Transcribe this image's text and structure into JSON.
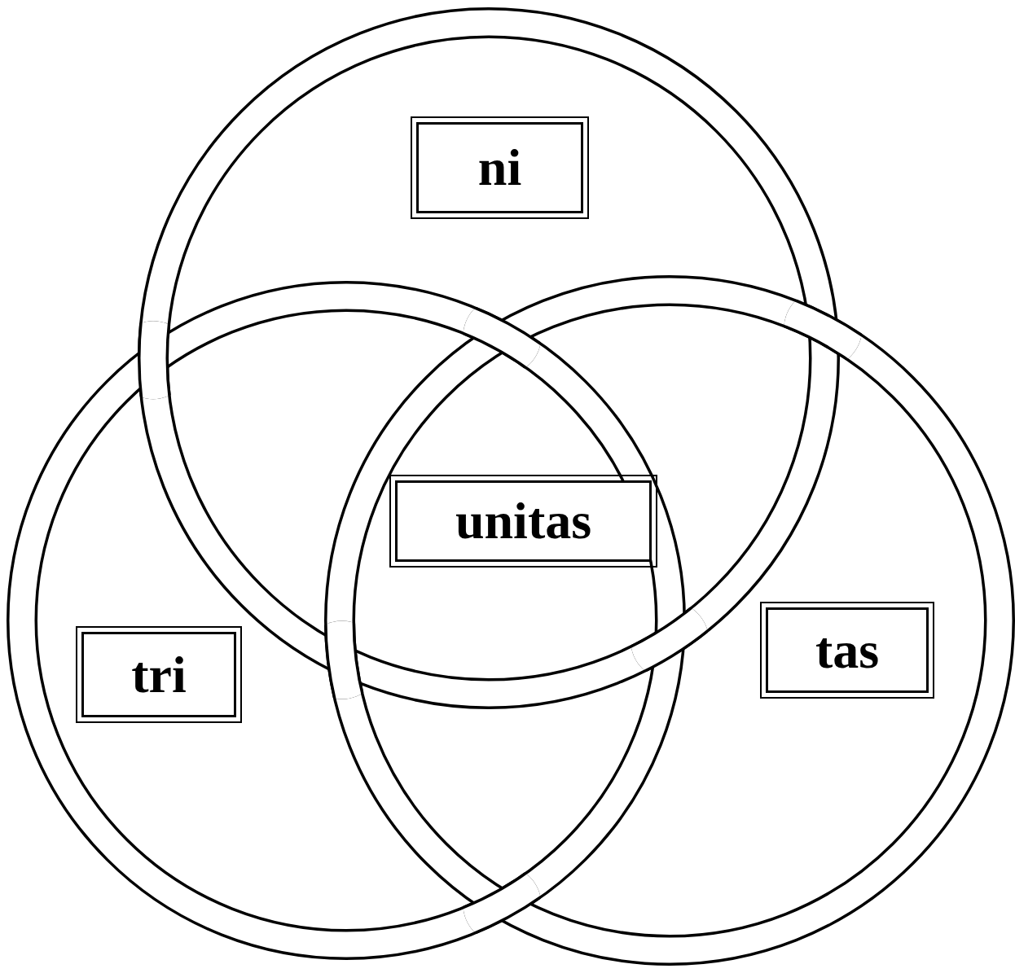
{
  "diagram": {
    "nodes": [
      {
        "text": [
          "ni"
        ]
      },
      {
        "text": [
          "unitas"
        ]
      },
      {
        "text": [
          "tri"
        ]
      },
      {
        "text": [
          "tas"
        ]
      }
    ]
  }
}
